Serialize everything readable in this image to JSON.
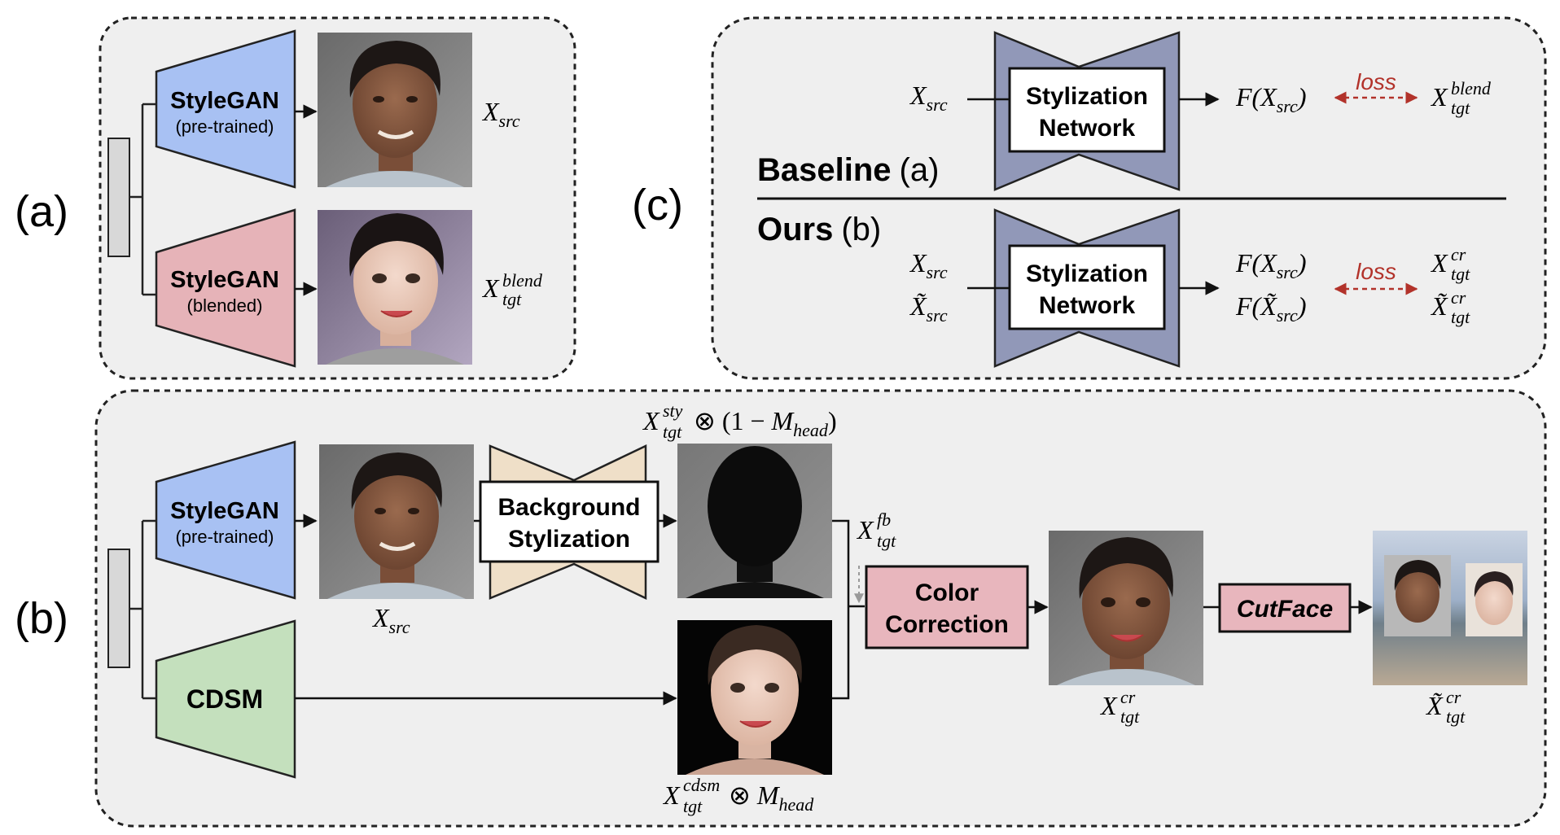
{
  "panel_labels": {
    "a": "(a)",
    "b": "(b)",
    "c": "(c)"
  },
  "panel_a": {
    "gen_top": {
      "title": "StyleGAN",
      "sub": "(pre-trained)"
    },
    "gen_bottom": {
      "title": "StyleGAN",
      "sub": "(blended)"
    },
    "label_top": {
      "base": "X",
      "sub": "src"
    },
    "label_bottom": {
      "base": "X",
      "sub": "tgt",
      "sup": "blend"
    }
  },
  "panel_c": {
    "baseline_label": "Baseline",
    "baseline_tag": "(a)",
    "ours_label": "Ours",
    "ours_tag": "(b)",
    "net_line1": "Stylization",
    "net_line2": "Network",
    "loss": "loss",
    "baseline_in": {
      "base": "X",
      "sub": "src"
    },
    "baseline_out": {
      "f": "F(",
      "base": "X",
      "sub": "src",
      "close": ")"
    },
    "baseline_tgt": {
      "base": "X",
      "sub": "tgt",
      "sup": "blend"
    },
    "ours_in1": {
      "base": "X",
      "sub": "src"
    },
    "ours_in2": {
      "base": "X̃",
      "sub": "src"
    },
    "ours_out1": {
      "f": "F(",
      "base": "X",
      "sub": "src",
      "close": ")"
    },
    "ours_out2": {
      "f": "F(",
      "base": "X̃",
      "sub": "src",
      "close": ")"
    },
    "ours_tgt1": {
      "base": "X",
      "sub": "tgt",
      "sup": "cr"
    },
    "ours_tgt2": {
      "base": "X̃",
      "sub": "tgt",
      "sup": "cr"
    }
  },
  "panel_b": {
    "gen_top": {
      "title": "StyleGAN",
      "sub": "(pre-trained)"
    },
    "cdsm": "CDSM",
    "bg_line1": "Background",
    "bg_line2": "Stylization",
    "color_line1": "Color",
    "color_line2": "Correction",
    "cutface": "CutFace",
    "x_src": {
      "base": "X",
      "sub": "src"
    },
    "sty_expr": {
      "base": "X",
      "sub": "tgt",
      "sup": "sty",
      "tail": " ⊗ (1 − ",
      "m": "M",
      "msub": "head",
      "close": ")"
    },
    "fb": {
      "base": "X",
      "sub": "tgt",
      "sup": "fb"
    },
    "cdsm_expr": {
      "base": "X",
      "sub": "tgt",
      "sup": "cdsm",
      "tail": " ⊗ ",
      "m": "M",
      "msub": "head"
    },
    "cr": {
      "base": "X",
      "sub": "tgt",
      "sup": "cr"
    },
    "cr_tilde": {
      "base": "X̃",
      "sub": "tgt",
      "sup": "cr"
    }
  },
  "colors": {
    "stylegan_blue": "#a8c1f3",
    "stylegan_pink": "#e6b3b8",
    "cdsm_green": "#c4e0bd",
    "network_purple": "#9198b8",
    "bg_beige": "#efdfc8",
    "color_box": "#e8b6bd",
    "loss_red": "#b2322a",
    "panel_bg": "#efefef"
  }
}
